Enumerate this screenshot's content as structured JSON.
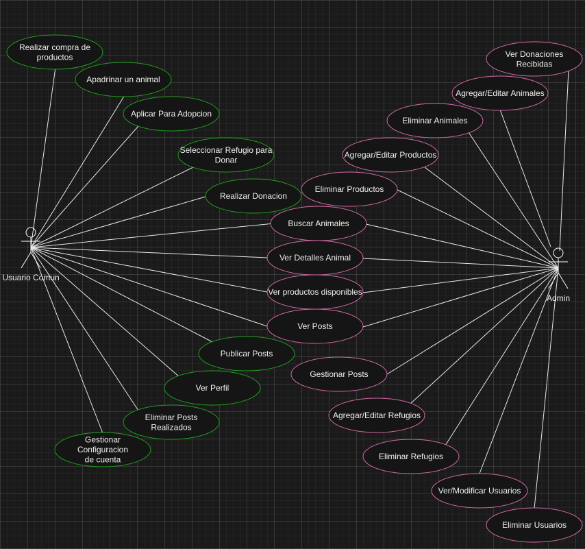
{
  "colors": {
    "background": "#1a1a1a",
    "user_case_stroke": "#1e9e1e",
    "admin_case_stroke": "#d469a8",
    "admin_head_fill": "#1e6b6b",
    "line": "#e8e8e8"
  },
  "actors": [
    {
      "id": "user",
      "label": "Usuario Comun",
      "icon": "stick-figure-icon"
    },
    {
      "id": "admin",
      "label": "Admin",
      "icon": "stick-figure-icon"
    }
  ],
  "use_cases": [
    {
      "id": "uc1",
      "actor": "user",
      "lines": [
        "Realizar compra de",
        "productos"
      ]
    },
    {
      "id": "uc2",
      "actor": "user",
      "lines": [
        "Apadrinar un animal"
      ]
    },
    {
      "id": "uc3",
      "actor": "user",
      "lines": [
        "Aplicar Para Adopcion"
      ]
    },
    {
      "id": "uc4",
      "actor": "user",
      "lines": [
        "Seleccionar Refugio para",
        "Donar"
      ]
    },
    {
      "id": "uc5",
      "actor": "user",
      "lines": [
        "Realizar Donacion"
      ]
    },
    {
      "id": "uc6",
      "actor": "both",
      "lines": [
        "Buscar Animales"
      ]
    },
    {
      "id": "uc7",
      "actor": "both",
      "lines": [
        "Ver Detalles Animal"
      ]
    },
    {
      "id": "uc8",
      "actor": "both",
      "lines": [
        "Ver productos disponibles"
      ]
    },
    {
      "id": "uc9",
      "actor": "both",
      "lines": [
        "Ver Posts"
      ]
    },
    {
      "id": "uc10",
      "actor": "user",
      "lines": [
        "Publicar Posts"
      ]
    },
    {
      "id": "uc11",
      "actor": "user",
      "lines": [
        "Ver Perfil"
      ]
    },
    {
      "id": "uc12",
      "actor": "user",
      "lines": [
        "Eliminar Posts",
        "Realizados"
      ]
    },
    {
      "id": "uc13",
      "actor": "user",
      "lines": [
        "Gestionar",
        "Configuracion",
        "de cuenta"
      ]
    },
    {
      "id": "ua1",
      "actor": "admin",
      "lines": [
        "Ver Donaciones",
        "Recibidas"
      ]
    },
    {
      "id": "ua2",
      "actor": "admin",
      "lines": [
        "Agregar/Editar Animales"
      ]
    },
    {
      "id": "ua3",
      "actor": "admin",
      "lines": [
        "Eliminar Animales"
      ]
    },
    {
      "id": "ua4",
      "actor": "admin",
      "lines": [
        "Agregar/Editar Productos"
      ]
    },
    {
      "id": "ua5",
      "actor": "admin",
      "lines": [
        "Eliminar Productos"
      ]
    },
    {
      "id": "ua6",
      "actor": "admin",
      "lines": [
        "Gestionar Posts"
      ]
    },
    {
      "id": "ua7",
      "actor": "admin",
      "lines": [
        "Agregar/Editar Refugios"
      ]
    },
    {
      "id": "ua8",
      "actor": "admin",
      "lines": [
        "Eliminar Refugios"
      ]
    },
    {
      "id": "ua9",
      "actor": "admin",
      "lines": [
        "Ver/Modificar Usuarios"
      ]
    },
    {
      "id": "ua10",
      "actor": "admin",
      "lines": [
        "Eliminar Usuarios"
      ]
    }
  ]
}
